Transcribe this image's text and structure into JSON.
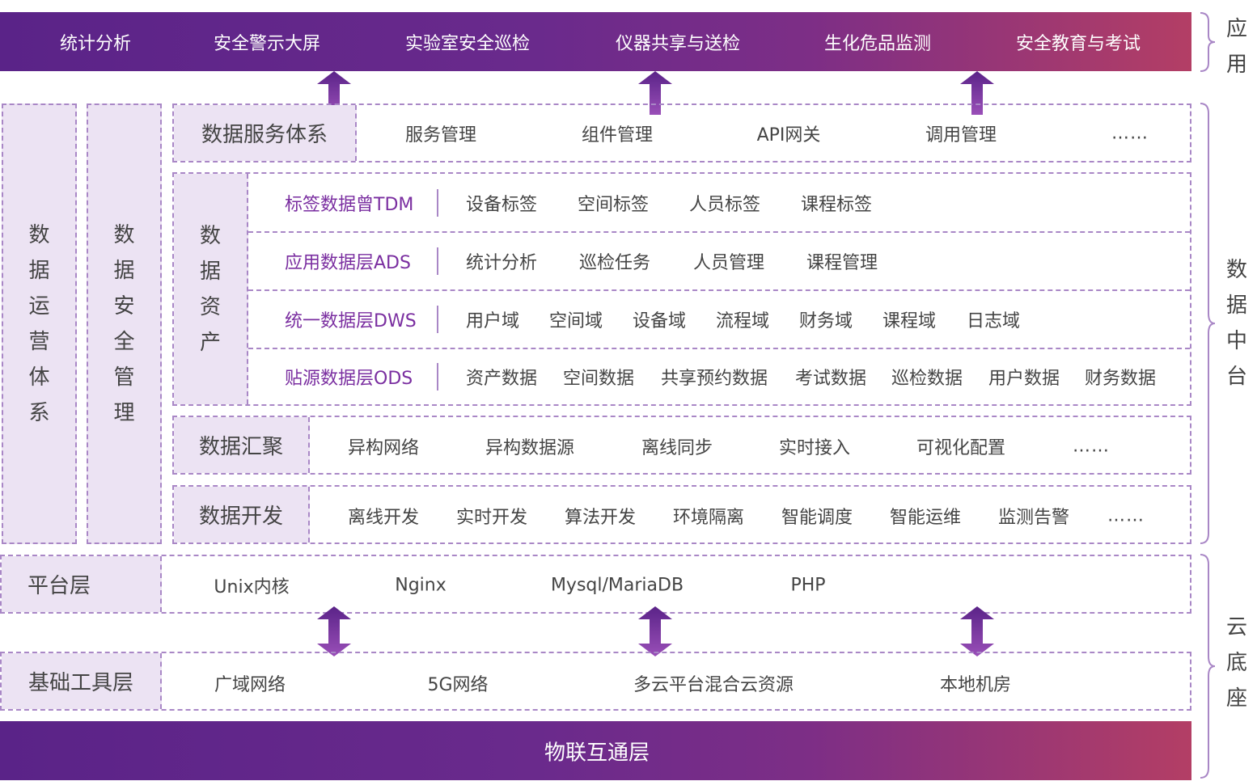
{
  "app_bar": {
    "items": [
      "统计分析",
      "安全警示大屏",
      "实验室安全巡检",
      "仪器共享与送检",
      "生化危品监测",
      "安全教育与考试"
    ]
  },
  "side_labels": {
    "application": [
      "应",
      "用"
    ],
    "data_middle": [
      "数",
      "据",
      "中",
      "台"
    ],
    "cloud_base": [
      "云",
      "底",
      "座"
    ]
  },
  "left_columns": {
    "data_ops": [
      "数",
      "据",
      "运",
      "营",
      "体",
      "系"
    ],
    "data_security": [
      "数",
      "据",
      "安",
      "全",
      "管",
      "理"
    ]
  },
  "data_service": {
    "label": "数据服务体系",
    "items": [
      "服务管理",
      "组件管理",
      "API网关",
      "调用管理",
      "……"
    ]
  },
  "data_assets": {
    "label": [
      "数",
      "据",
      "资",
      "产"
    ],
    "rows": [
      {
        "name": "标签数据曾TDM",
        "items": [
          "设备标签",
          "空间标签",
          "人员标签",
          "课程标签"
        ]
      },
      {
        "name": "应用数据层ADS",
        "items": [
          "统计分析",
          "巡检任务",
          "人员管理",
          "课程管理"
        ]
      },
      {
        "name": "统一数据层DWS",
        "items": [
          "用户域",
          "空间域",
          "设备域",
          "流程域",
          "财务域",
          "课程域",
          "日志域"
        ]
      },
      {
        "name": "贴源数据层ODS",
        "items": [
          "资产数据",
          "空间数据",
          "共享预约数据",
          "考试数据",
          "巡检数据",
          "用户数据",
          "财务数据"
        ]
      }
    ]
  },
  "data_aggregation": {
    "label": "数据汇聚",
    "items": [
      "异构网络",
      "异构数据源",
      "离线同步",
      "实时接入",
      "可视化配置",
      "……"
    ]
  },
  "data_development": {
    "label": "数据开发",
    "items": [
      "离线开发",
      "实时开发",
      "算法开发",
      "环境隔离",
      "智能调度",
      "智能运维",
      "监测告警",
      "……"
    ]
  },
  "platform": {
    "label": "平台层",
    "items": [
      "Unix内核",
      "Nginx",
      "Mysql/MariaDB",
      "PHP"
    ]
  },
  "tools": {
    "label": "基础工具层",
    "items": [
      "广域网络",
      "5G网络",
      "多云平台混合云资源",
      "本地机房"
    ]
  },
  "iot": {
    "label": "物联互通层"
  },
  "colors": {
    "purple": "#5a2388",
    "accent_pink": "#b33e65",
    "dashed": "#a987c6",
    "label_bg": "#ece3f3",
    "row_name": "#7a2ea0"
  }
}
